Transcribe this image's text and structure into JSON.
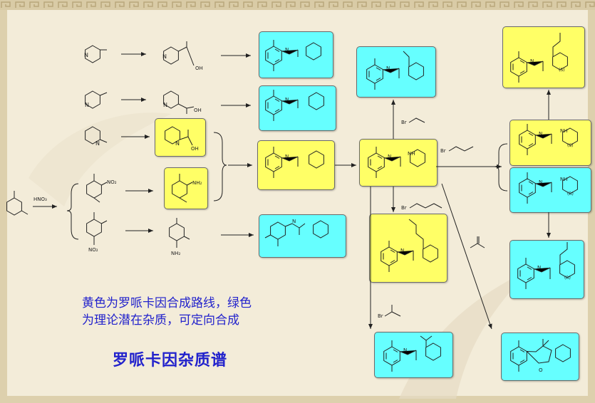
{
  "reagents": {
    "hno3": "HNO₃",
    "propyl_bromide": "Br",
    "butyl_bromide": "Br",
    "ethyl_bromide": "Br",
    "isopropyl_bromide": "Br"
  },
  "atom_labels": {
    "cooh_top": "OH",
    "cooh_mid": "OH",
    "cooh_low": "OH",
    "no2_a": "NO₂",
    "no2_b": "NO₂",
    "nh2_a": "NH₂",
    "nh2_b": "NH₂",
    "amide_nh": "N",
    "pip_nh": "NH",
    "stereo_s": "(S)",
    "stereo_r": "(R)"
  },
  "caption": {
    "line1": "黄色为罗哌卡因合成路线，绿色",
    "line2": "为理论潜在杂质，可定向合成"
  },
  "title": "罗哌卡因杂质谱",
  "colors": {
    "synthesis_route": "#ffff66",
    "potential_impurity": "#66ffff",
    "caption_text": "#2222cc"
  }
}
